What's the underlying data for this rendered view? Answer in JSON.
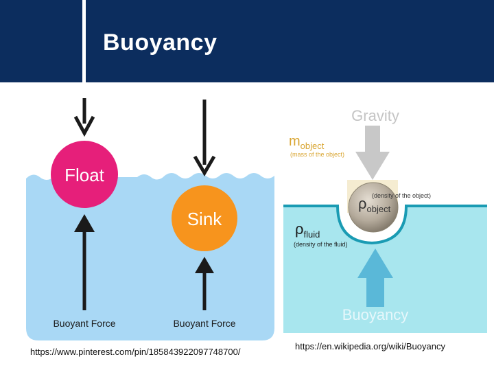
{
  "slide": {
    "title": "Buoyancy"
  },
  "left_diagram": {
    "float_label": "Float",
    "sink_label": "Sink",
    "float_force_label": "Buoyant Force",
    "sink_force_label": "Buoyant Force",
    "source": "https://www.pinterest.com/pin/185843922097748700/",
    "colors": {
      "water": "#a9d8f5",
      "float_ball": "#e61f7a",
      "sink_ball": "#f7941d"
    }
  },
  "right_diagram": {
    "gravity_label": "Gravity",
    "mass_symbol": "m",
    "mass_subscript": "object",
    "mass_note": "(mass of the object)",
    "object_density_symbol": "ρ",
    "object_density_subscript": "object",
    "object_density_note": "(density of the object)",
    "fluid_density_symbol": "ρ",
    "fluid_density_subscript": "fluid",
    "fluid_density_note": "(density of the fluid)",
    "buoyancy_label": "Buoyancy",
    "source": "https://en.wikipedia.org/wiki/Buoyancy",
    "colors": {
      "fluid": "#a8e6ee",
      "surface": "#1a9bb3",
      "mass_text": "#d9a531",
      "gravity_arrow": "#c8c8c8",
      "buoyancy_arrow": "#5ab8d8"
    }
  }
}
